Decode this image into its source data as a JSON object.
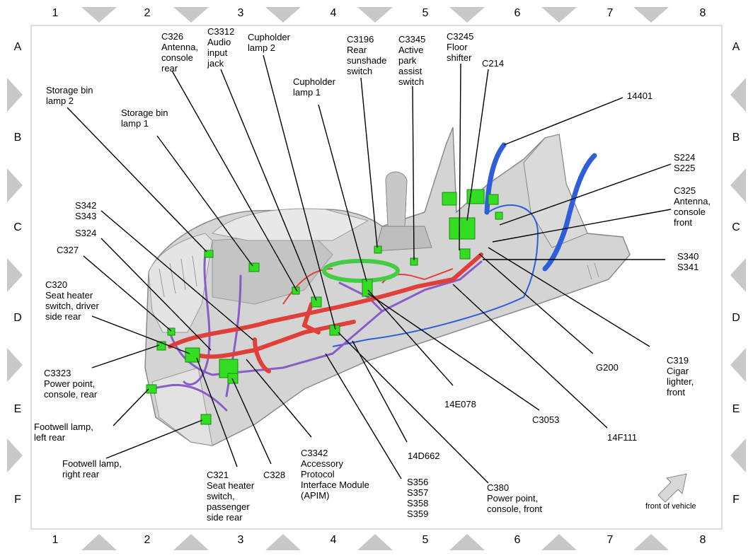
{
  "grid": {
    "columns": [
      "1",
      "2",
      "3",
      "4",
      "5",
      "6",
      "7",
      "8"
    ],
    "rows": [
      "A",
      "B",
      "C",
      "D",
      "E",
      "F"
    ]
  },
  "colors": {
    "harness_red": "#e0403a",
    "harness_purple": "#8a5cc8",
    "harness_blue": "#2e5fd9",
    "connector_green": "#33dd22",
    "console_body": "#d4d4d4",
    "border_triangle": "#c8c8c8"
  },
  "labels": {
    "c326": [
      "C326",
      "Antenna,",
      "console",
      "rear"
    ],
    "c3312": [
      "C3312",
      "Audio",
      "input",
      "jack"
    ],
    "cupholder2": [
      "Cupholder",
      "lamp 2"
    ],
    "c3196": [
      "C3196",
      "Rear",
      "sunshade",
      "switch"
    ],
    "c3345": [
      "C3345",
      "Active",
      "park",
      "assist",
      "switch"
    ],
    "c3245": [
      "C3245",
      "Floor",
      "shifter"
    ],
    "c214": [
      "C214"
    ],
    "cupholder1": [
      "Cupholder",
      "lamp 1"
    ],
    "storage2": [
      "Storage bin",
      "lamp 2"
    ],
    "storage1": [
      "Storage bin",
      "lamp 1"
    ],
    "n14401": [
      "14401"
    ],
    "s224": [
      "S224",
      "S225"
    ],
    "c325": [
      "C325",
      "Antenna,",
      "console",
      "front"
    ],
    "s342": [
      "S342",
      "S343"
    ],
    "s324": [
      "S324"
    ],
    "c327": [
      "C327"
    ],
    "s340": [
      "S340",
      "S341"
    ],
    "c320": [
      "C320",
      "Seat heater",
      "switch, driver",
      "side rear"
    ],
    "g200": [
      "G200"
    ],
    "c319": [
      "C319",
      "Cigar",
      "lighter,",
      "front"
    ],
    "c3323": [
      "C3323",
      "Power point,",
      "console, rear"
    ],
    "n14e078": [
      "14E078"
    ],
    "c3053": [
      "C3053"
    ],
    "n14f111": [
      "14F111"
    ],
    "footwell_left": [
      "Footwell lamp,",
      "left rear"
    ],
    "footwell_right": [
      "Footwell lamp,",
      "right rear"
    ],
    "c3342": [
      "C3342",
      "Accessory",
      "Protocol",
      "Interface Module",
      "(APIM)"
    ],
    "n14d662": [
      "14D662"
    ],
    "c321": [
      "C321",
      "Seat heater",
      "switch,",
      "passenger",
      "side rear"
    ],
    "c328": [
      "C328"
    ],
    "s356": [
      "S356",
      "S357",
      "S358",
      "S359"
    ],
    "c380": [
      "C380",
      "Power point,",
      "console, front"
    ],
    "front_of_vehicle": "front of vehicle"
  }
}
